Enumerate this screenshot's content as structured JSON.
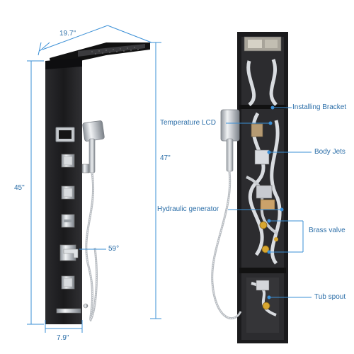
{
  "dimensions": {
    "top_width": "19.7\"",
    "left_height": "45\"",
    "right_height": "47\"",
    "angle": "59°",
    "bottom_width": "7.9\""
  },
  "callouts": {
    "temperature_lcd": "Temperature LCD",
    "installing_bracket": "Installing Bracket",
    "body_jets": "Body Jets",
    "hydraulic_generator": "Hydraulic generator",
    "brass_valve": "Brass valve",
    "tub_spout": "Tub spout"
  },
  "colors": {
    "dimension_line": "#3a8fd6",
    "label_text": "#2b6ea8",
    "panel_body": "#1c1c1e",
    "chrome": "#c9cdd2"
  }
}
